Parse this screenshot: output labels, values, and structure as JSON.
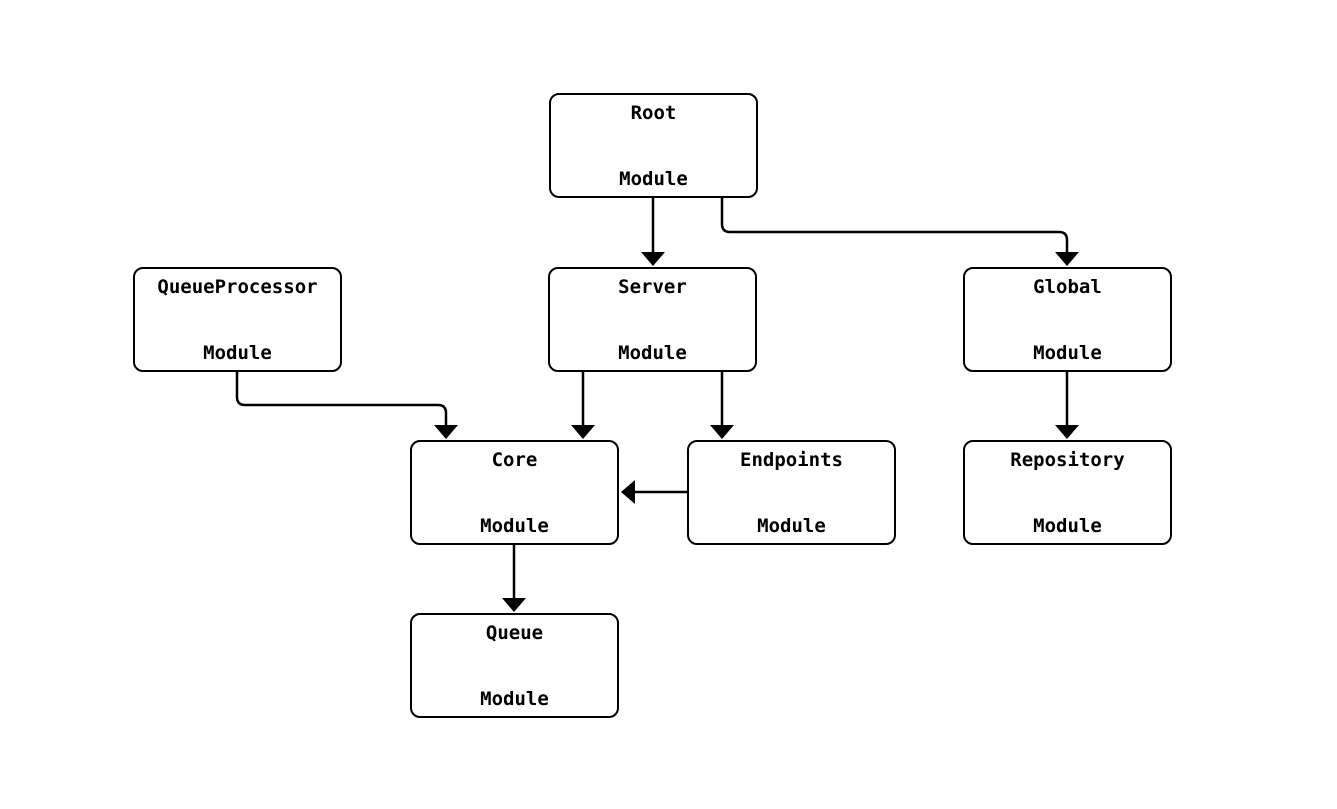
{
  "diagram": {
    "type": "module-dependency-graph",
    "background_color": "#ffffff",
    "stroke_color": "#000000",
    "node_fill_color": "#ffffff",
    "nodes": [
      {
        "id": "root",
        "line1": "Root",
        "line2": "Module"
      },
      {
        "id": "queueprocessor",
        "line1": "QueueProcessor",
        "line2": "Module"
      },
      {
        "id": "server",
        "line1": "Server",
        "line2": "Module"
      },
      {
        "id": "global",
        "line1": "Global",
        "line2": "Module"
      },
      {
        "id": "core",
        "line1": "Core",
        "line2": "Module"
      },
      {
        "id": "endpoints",
        "line1": "Endpoints",
        "line2": "Module"
      },
      {
        "id": "repository",
        "line1": "Repository",
        "line2": "Module"
      },
      {
        "id": "queue",
        "line1": "Queue",
        "line2": "Module"
      }
    ],
    "edges": [
      {
        "from": "Root Module",
        "to": "Server Module"
      },
      {
        "from": "Root Module",
        "to": "Global Module"
      },
      {
        "from": "QueueProcessor Module",
        "to": "Core Module"
      },
      {
        "from": "Server Module",
        "to": "Core Module"
      },
      {
        "from": "Server Module",
        "to": "Endpoints Module"
      },
      {
        "from": "Global Module",
        "to": "Repository Module"
      },
      {
        "from": "Endpoints Module",
        "to": "Core Module"
      },
      {
        "from": "Core Module",
        "to": "Queue Module"
      }
    ]
  }
}
